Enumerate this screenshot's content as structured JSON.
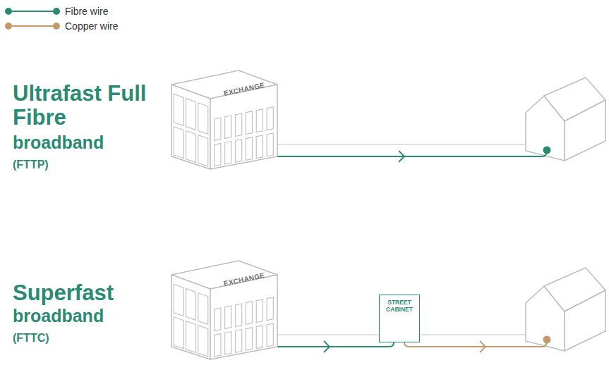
{
  "diagram": {
    "nodes": [
      {
        "text": [
          "EXCHANGE"
        ]
      },
      {
        "text": [
          "EXCHANGE"
        ]
      },
      {
        "text": [
          "STREET CABINET"
        ]
      }
    ],
    "edges": [
      {
        "from": 1,
        "to": 2,
        "arrow": "to"
      }
    ],
    "labels": [
      "Ultrafast Full Fibre",
      "broadband",
      "(FTTP)",
      "Superfast",
      "broadband",
      "(FTTC)"
    ],
    "legend": [
      {
        "text": "Fibre wire"
      },
      {
        "text": "Copper wire"
      }
    ]
  }
}
